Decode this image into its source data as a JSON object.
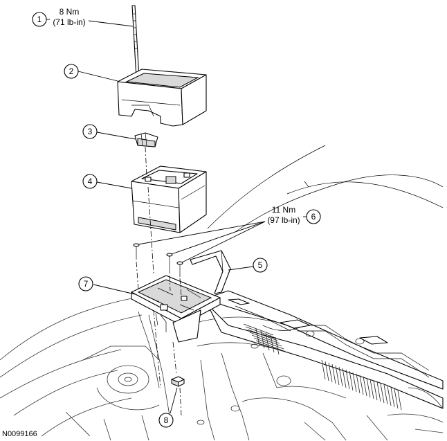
{
  "figure_ref": "N0099166",
  "callouts": [
    {
      "number": "1",
      "torque_nm": "8 Nm",
      "torque_imperial": "(71 lb-in)"
    },
    {
      "number": "2"
    },
    {
      "number": "3"
    },
    {
      "number": "4"
    },
    {
      "number": "5"
    },
    {
      "number": "6",
      "torque_nm": "11 Nm",
      "torque_imperial": "(97 lb-in)"
    },
    {
      "number": "7"
    },
    {
      "number": "8"
    }
  ],
  "colors": {
    "line": "#000000",
    "background": "#ffffff",
    "shade": "#d9d9d9"
  }
}
